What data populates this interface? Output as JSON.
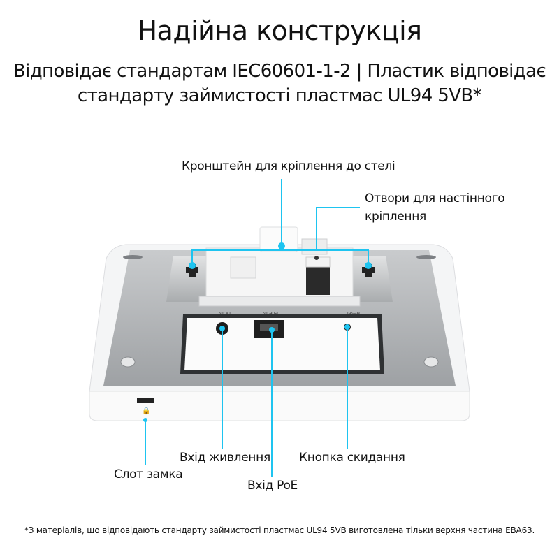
{
  "title": "Надійна конструкція",
  "subtitle_lines": [
    "Відповідає стандартам IEC60601-1-2 | Пластик відповідає",
    "стандарту займистості пластмас UL94 5VB*"
  ],
  "callouts": {
    "ceiling_bracket": "Кронштейн для кріплення до стелі",
    "wall_holes_line1": "Отвори для настінного",
    "wall_holes_line2": "кріплення",
    "power_input": "Вхід живлення",
    "poe_input": "Вхід PoE",
    "reset_button": "Кнопка скидання",
    "lock_slot": "Слот замка"
  },
  "device_labels": {
    "dcin": "DCIN",
    "poe": "PoE IN",
    "reset": "Reset"
  },
  "footnote": "*З матеріалів, що відповідають стандарту займистості пластмас UL94 5VB виготовлена тільки верхня частина EBA63.",
  "colors": {
    "callout": "#1ec4f0",
    "text": "#111111"
  }
}
